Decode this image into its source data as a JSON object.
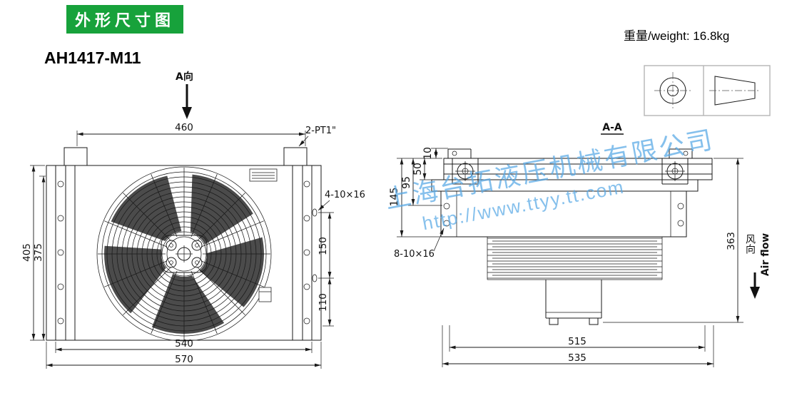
{
  "page": {
    "title_badge": "外形尺寸图",
    "model": "AH1417-M11",
    "weight_label": "重量/weight: 16.8kg"
  },
  "colors": {
    "badge_bg": "#17a23b",
    "watermark": "#57a8e6"
  },
  "front_view": {
    "view_arrow_label": "A向",
    "dim_top_width": "460",
    "port_label": "2-PT1\"",
    "dim_height_outer": "405",
    "dim_height_inner": "375",
    "dim_bottom_inner": "540",
    "dim_bottom_outer": "570",
    "mount_holes_label": "4-10×16",
    "dim_hole_span": "150",
    "dim_hole_bottom": "110"
  },
  "section_view": {
    "title": "A-A",
    "dim_tab": "10",
    "dim_beam": "50",
    "dim_upper_hole": "95",
    "dim_lower_hole": "145",
    "mount_holes_label": "8-10×16",
    "dim_height": "363",
    "dim_bottom_inner": "515",
    "dim_bottom_outer": "535",
    "airflow_cn": "风向",
    "airflow_en": "Air flow"
  },
  "watermark": {
    "line1": "上海台拓液压机械有限公司",
    "line2": "http://www.ttyy.tt.com"
  }
}
